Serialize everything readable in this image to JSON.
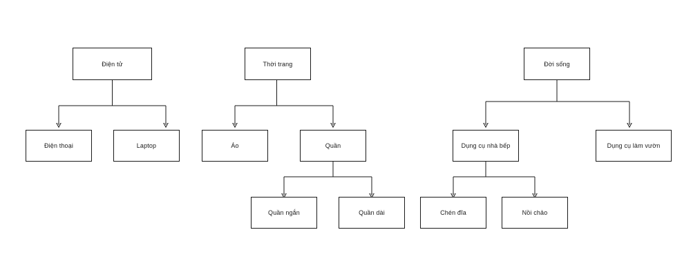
{
  "diagram": {
    "title": "Category hierarchy flowchart",
    "background_color": "#ffffff",
    "box_border_color": "#1a1a1a",
    "box_fill_color": "#ffffff",
    "connector_color": "#1a1a1a",
    "text_color": "#1a1a1a",
    "trees": [
      {
        "id": "tree-dien-tu",
        "root": {
          "id": "dien-tu",
          "label": "Điện tử"
        },
        "children": [
          {
            "id": "dien-thoai",
            "label": "Điện thoại"
          },
          {
            "id": "laptop",
            "label": "Laptop"
          }
        ]
      },
      {
        "id": "tree-thoi-trang",
        "root": {
          "id": "thoi-trang",
          "label": "Thời trang"
        },
        "children": [
          {
            "id": "ao",
            "label": "Áo"
          },
          {
            "id": "quan",
            "label": "Quần",
            "children": [
              {
                "id": "quan-ngan",
                "label": "Quần ngắn"
              },
              {
                "id": "quan-dai",
                "label": "Quần dài"
              }
            ]
          }
        ]
      },
      {
        "id": "tree-doi-song",
        "root": {
          "id": "doi-song",
          "label": "Đời sống"
        },
        "children": [
          {
            "id": "dung-cu-nha-bep",
            "label": "Dụng cụ nhà bếp",
            "children": [
              {
                "id": "chen-dia",
                "label": "Chén đĩa"
              },
              {
                "id": "noi-chao",
                "label": "Nồi chảo"
              }
            ]
          },
          {
            "id": "dung-cu-lam-vuon",
            "label": "Dụng cụ làm vườn"
          }
        ]
      }
    ],
    "nodes": {
      "dien_tu": "Điện tử",
      "dien_thoai": "Điện thoại",
      "laptop": "Laptop",
      "thoi_trang": "Thời trang",
      "ao": "Áo",
      "quan": "Quần",
      "quan_ngan": "Quần ngắn",
      "quan_dai": "Quần dài",
      "doi_song": "Đời sống",
      "dung_cu_nha_bep": "Dụng cụ nhà bếp",
      "dung_cu_lam_vuon": "Dụng cụ làm vườn",
      "chen_dia": "Chén đĩa",
      "noi_chao": "Nồi chảo"
    }
  }
}
